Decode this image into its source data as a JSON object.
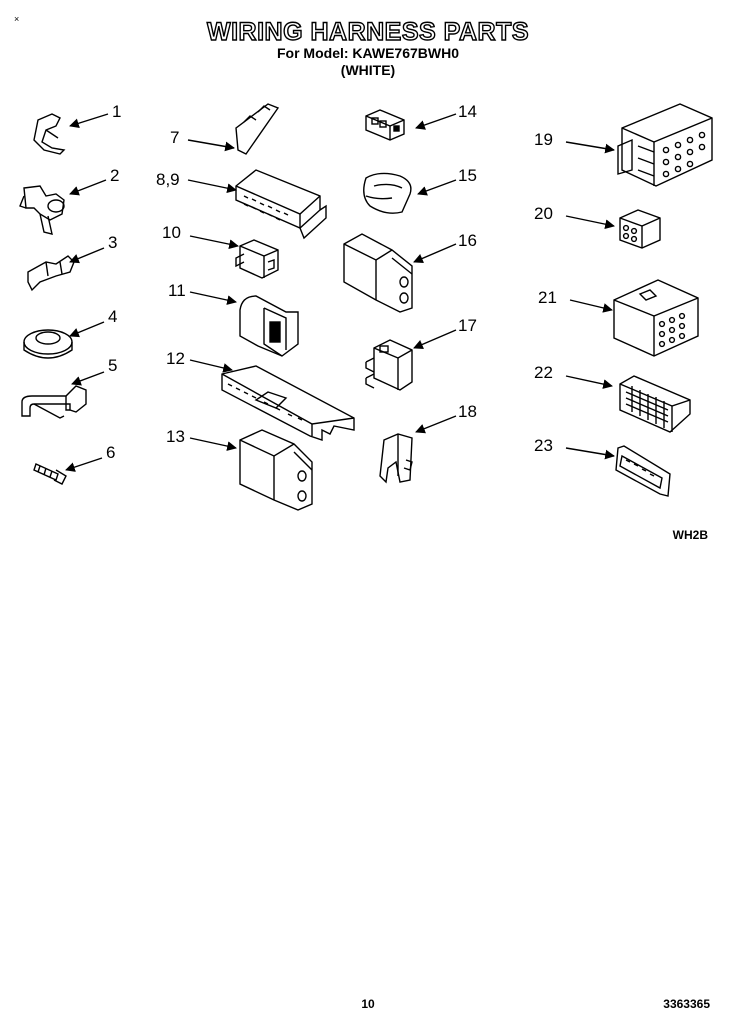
{
  "header": {
    "title": "WIRING HARNESS PARTS",
    "model_line": "For Model: KAWE767BWH0",
    "color_line": "(WHITE)"
  },
  "corner_mark": "×",
  "section_code": "WH2B",
  "page_number": "10",
  "document_number": "3363365",
  "callouts": [
    "1",
    "2",
    "3",
    "4",
    "5",
    "6",
    "7",
    "8,9",
    "10",
    "11",
    "12",
    "13",
    "14",
    "15",
    "16",
    "17",
    "18",
    "19",
    "20",
    "21",
    "22",
    "23"
  ]
}
